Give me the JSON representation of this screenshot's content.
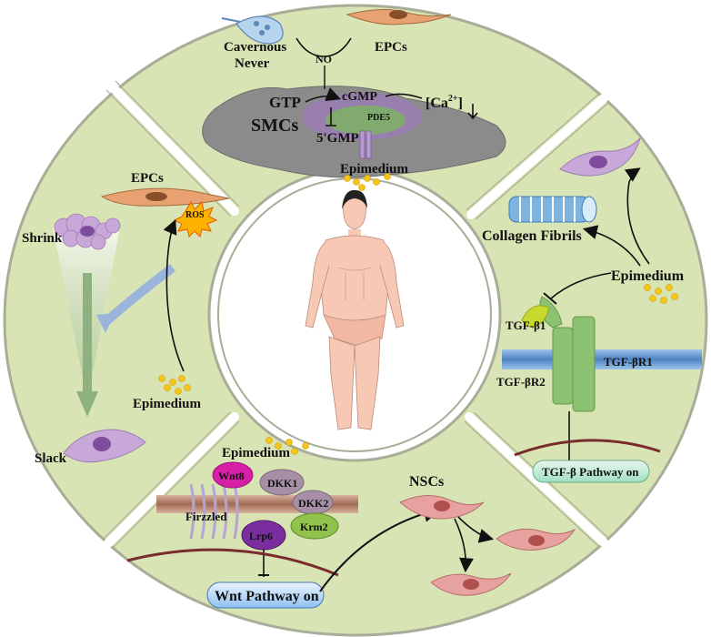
{
  "figure": {
    "top": {
      "cavernous_line1": "Cavernous",
      "cavernous_line2": "Never",
      "epcs": "EPCs",
      "no": "NO",
      "gtp": "GTP",
      "cgmp": "cGMP",
      "calcium_base": "[Ca",
      "calcium_sup": "2+",
      "calcium_close": "]",
      "pde5": "PDE5",
      "smcs": "SMCs",
      "gmp": "5'GMP",
      "epimedium": "Epimedium"
    },
    "left": {
      "epcs": "EPCs",
      "ros": "ROS",
      "shrink": "Shrink",
      "epimedium": "Epimedium",
      "slack": "Slack"
    },
    "right": {
      "collagen": "Collagen Fibrils",
      "epimedium": "Epimedium",
      "tgfb1": "TGF-β1",
      "tgfbr1": "TGF-βR1",
      "tgfbr2": "TGF-βR2",
      "pathway": "TGF-β Pathway on"
    },
    "bottom": {
      "epimedium": "Epimedium",
      "wnt8": "Wnt8",
      "dkk1": "DKK1",
      "dkk2": "DKK2",
      "krm2": "Krm2",
      "firzzled": "Firzzled",
      "lrp6": "Lrp6",
      "nscs": "NSCs",
      "pathway": "Wnt Pathway on"
    },
    "colors": {
      "panel": "#d9e4b4",
      "panel_border": "#a8ad98",
      "center": "#ffffff",
      "membrane": "#5f8fcf",
      "wnt_membrane": "#b07a64",
      "wnt8": "#d61ea6",
      "lrp6": "#7a2d9e",
      "krm2": "#90c24c",
      "dkk": "#a58ea6",
      "tgf_receptor": "#8cc271",
      "ligand": "#c8d92e",
      "epimedium_dots": "#f5c518",
      "smc": "#8b8b8b",
      "cell_purple": "#c8a8d8",
      "nsc": "#e7a2a0"
    }
  }
}
